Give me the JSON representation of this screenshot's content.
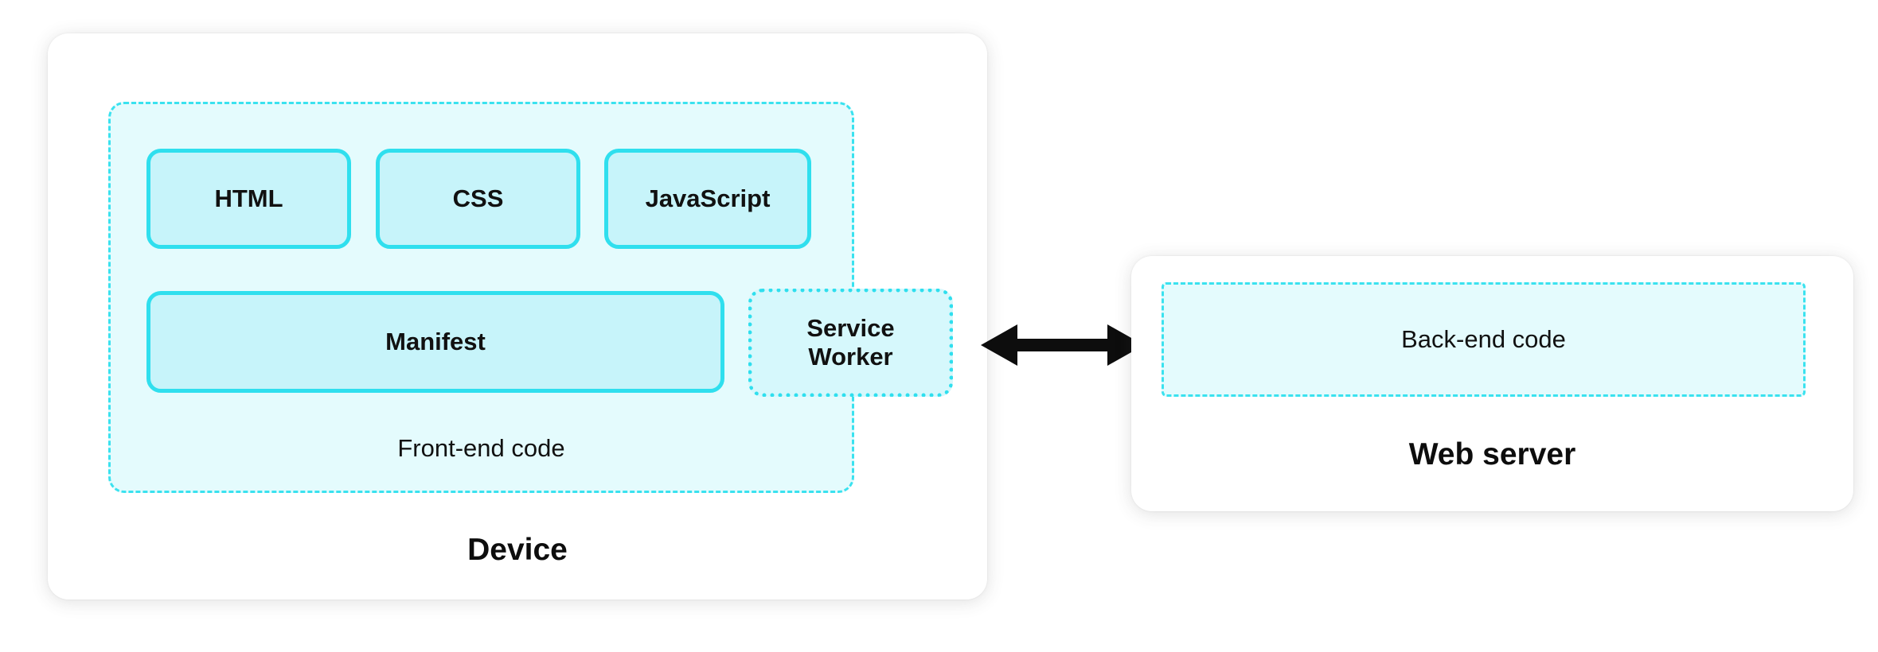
{
  "diagram": {
    "device_panel": {
      "label": "Device",
      "frontend_zone": {
        "label": "Front-end code",
        "blocks": {
          "html": {
            "label": "HTML"
          },
          "css": {
            "label": "CSS"
          },
          "javascript": {
            "label": "JavaScript"
          },
          "manifest": {
            "label": "Manifest"
          },
          "service_worker": {
            "label": "Service Worker"
          }
        }
      }
    },
    "server_panel": {
      "label": "Web server",
      "backend_zone": {
        "label": "Back-end code"
      }
    },
    "colors": {
      "cyan_border": "#2fdfee",
      "block_fill": "#c7f4fa",
      "zone_fill": "#e4fbfd",
      "arrow": "#0d0d0d",
      "text": "#111111"
    }
  }
}
